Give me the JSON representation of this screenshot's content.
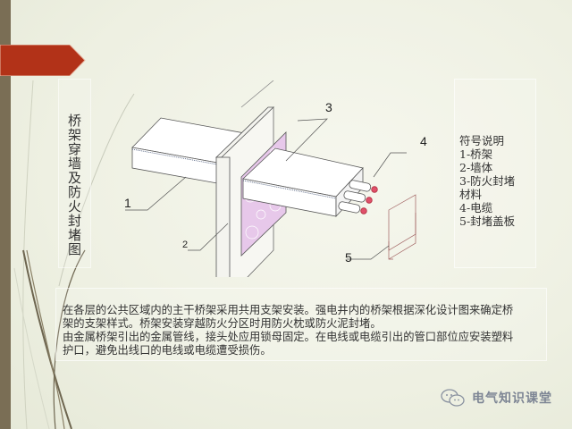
{
  "slide": {
    "title": "桥架穿墙及防火封堵图",
    "colors": {
      "accent_red": "#b23218",
      "left_bar": "#7a6e55",
      "background": "#eef0e2",
      "fire_seal": "#e7c8ea",
      "cable_tip": "#e0506a"
    }
  },
  "diagram": {
    "callouts": {
      "c1": "1",
      "c2": "2",
      "c3": "3",
      "c4": "4",
      "c5": "5"
    }
  },
  "legend": {
    "heading": "符号说明",
    "items": [
      "1-桥架",
      "2-墙体",
      "3-防火封堵",
      "材料",
      "4-电缆",
      "5-封堵盖板"
    ]
  },
  "body": {
    "lines": [
      "在各层的公共区域内的主干桥架采用共用支架安装。强电井内的桥架根据深化设计图来确定桥",
      "架的支架样式。桥架安装穿越防火分区时用防火枕或防火泥封堵。",
      "由金属桥架引出的金属管线，接头处应用锁母固定。在电线或电缆引出的管口部位应安装塑料",
      "护口，避免出线口的电线或电缆遭受损伤。"
    ]
  },
  "watermark": {
    "icon": "wechat-icon",
    "text": "电气知识课堂"
  }
}
